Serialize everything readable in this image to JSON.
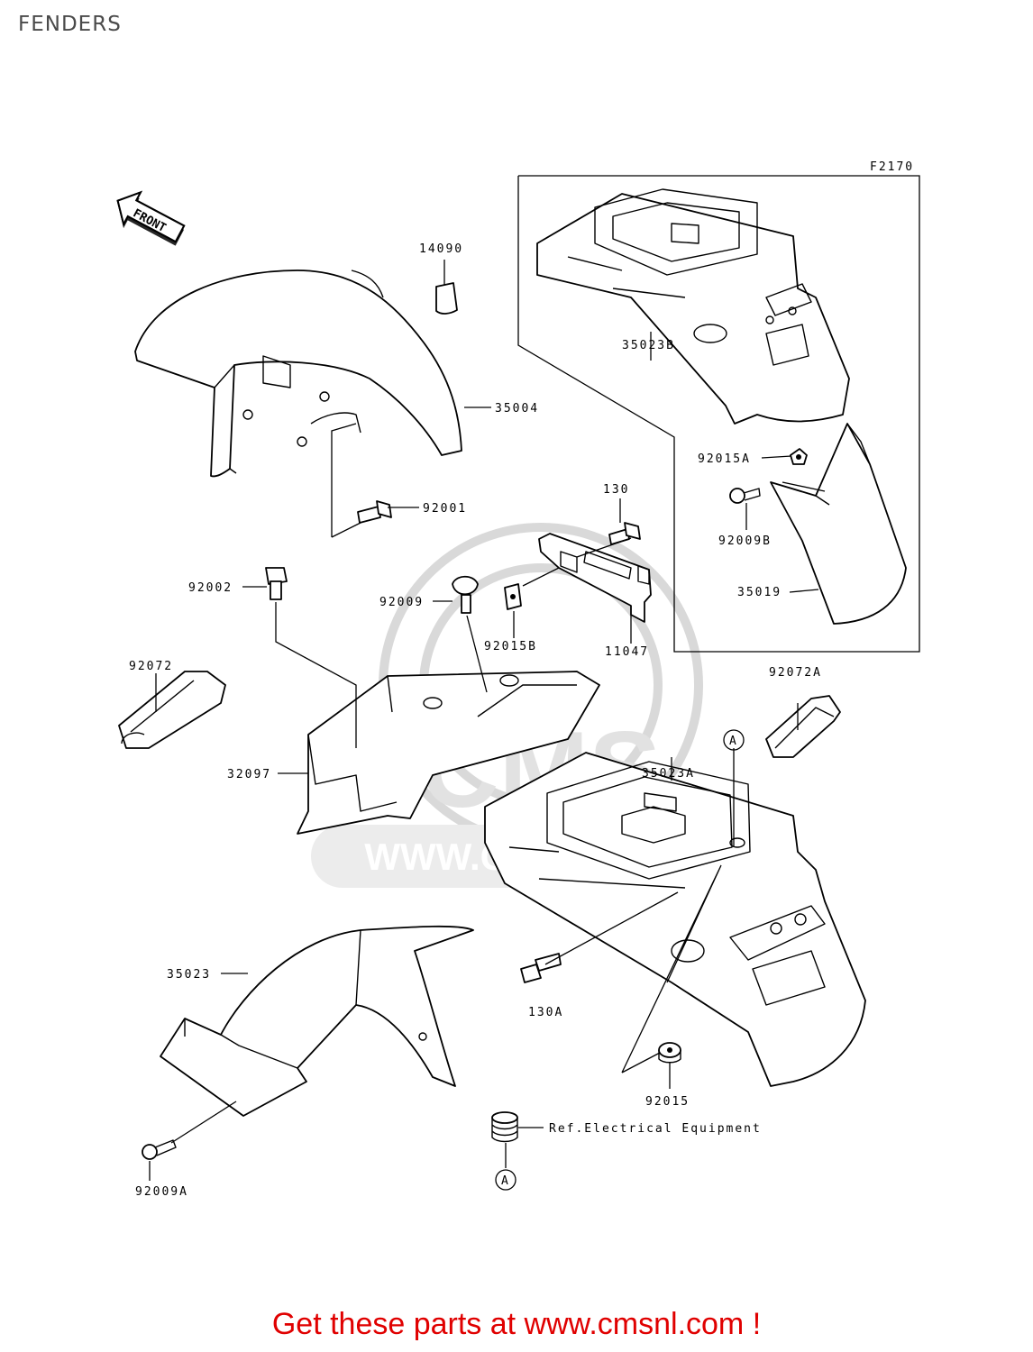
{
  "page": {
    "title": "FENDERS",
    "figure_code": "F2170",
    "front_badge": "FRONT",
    "footer": "Get these parts at www.cmsnl.com !"
  },
  "watermark": {
    "text_main": "CMS",
    "text_url": "WWW.CMSNL.COM"
  },
  "parts": {
    "p14090": "14090",
    "p35004": "35004",
    "p35023B": "35023B",
    "p92015A": "92015A",
    "p92009B": "92009B",
    "p35019": "35019",
    "p92001": "92001",
    "p130": "130",
    "p92002": "92002",
    "p92009": "92009",
    "p92015B": "92015B",
    "p11047": "11047",
    "p92072": "92072",
    "p92072A": "92072A",
    "p35023A": "35023A",
    "p32097": "32097",
    "p35023": "35023",
    "p130A": "130A",
    "p92015": "92015",
    "p92009A": "92009A",
    "ref_note": "Ref.Electrical Equipment"
  },
  "callouts": {
    "top": "A",
    "bottom": "A"
  }
}
